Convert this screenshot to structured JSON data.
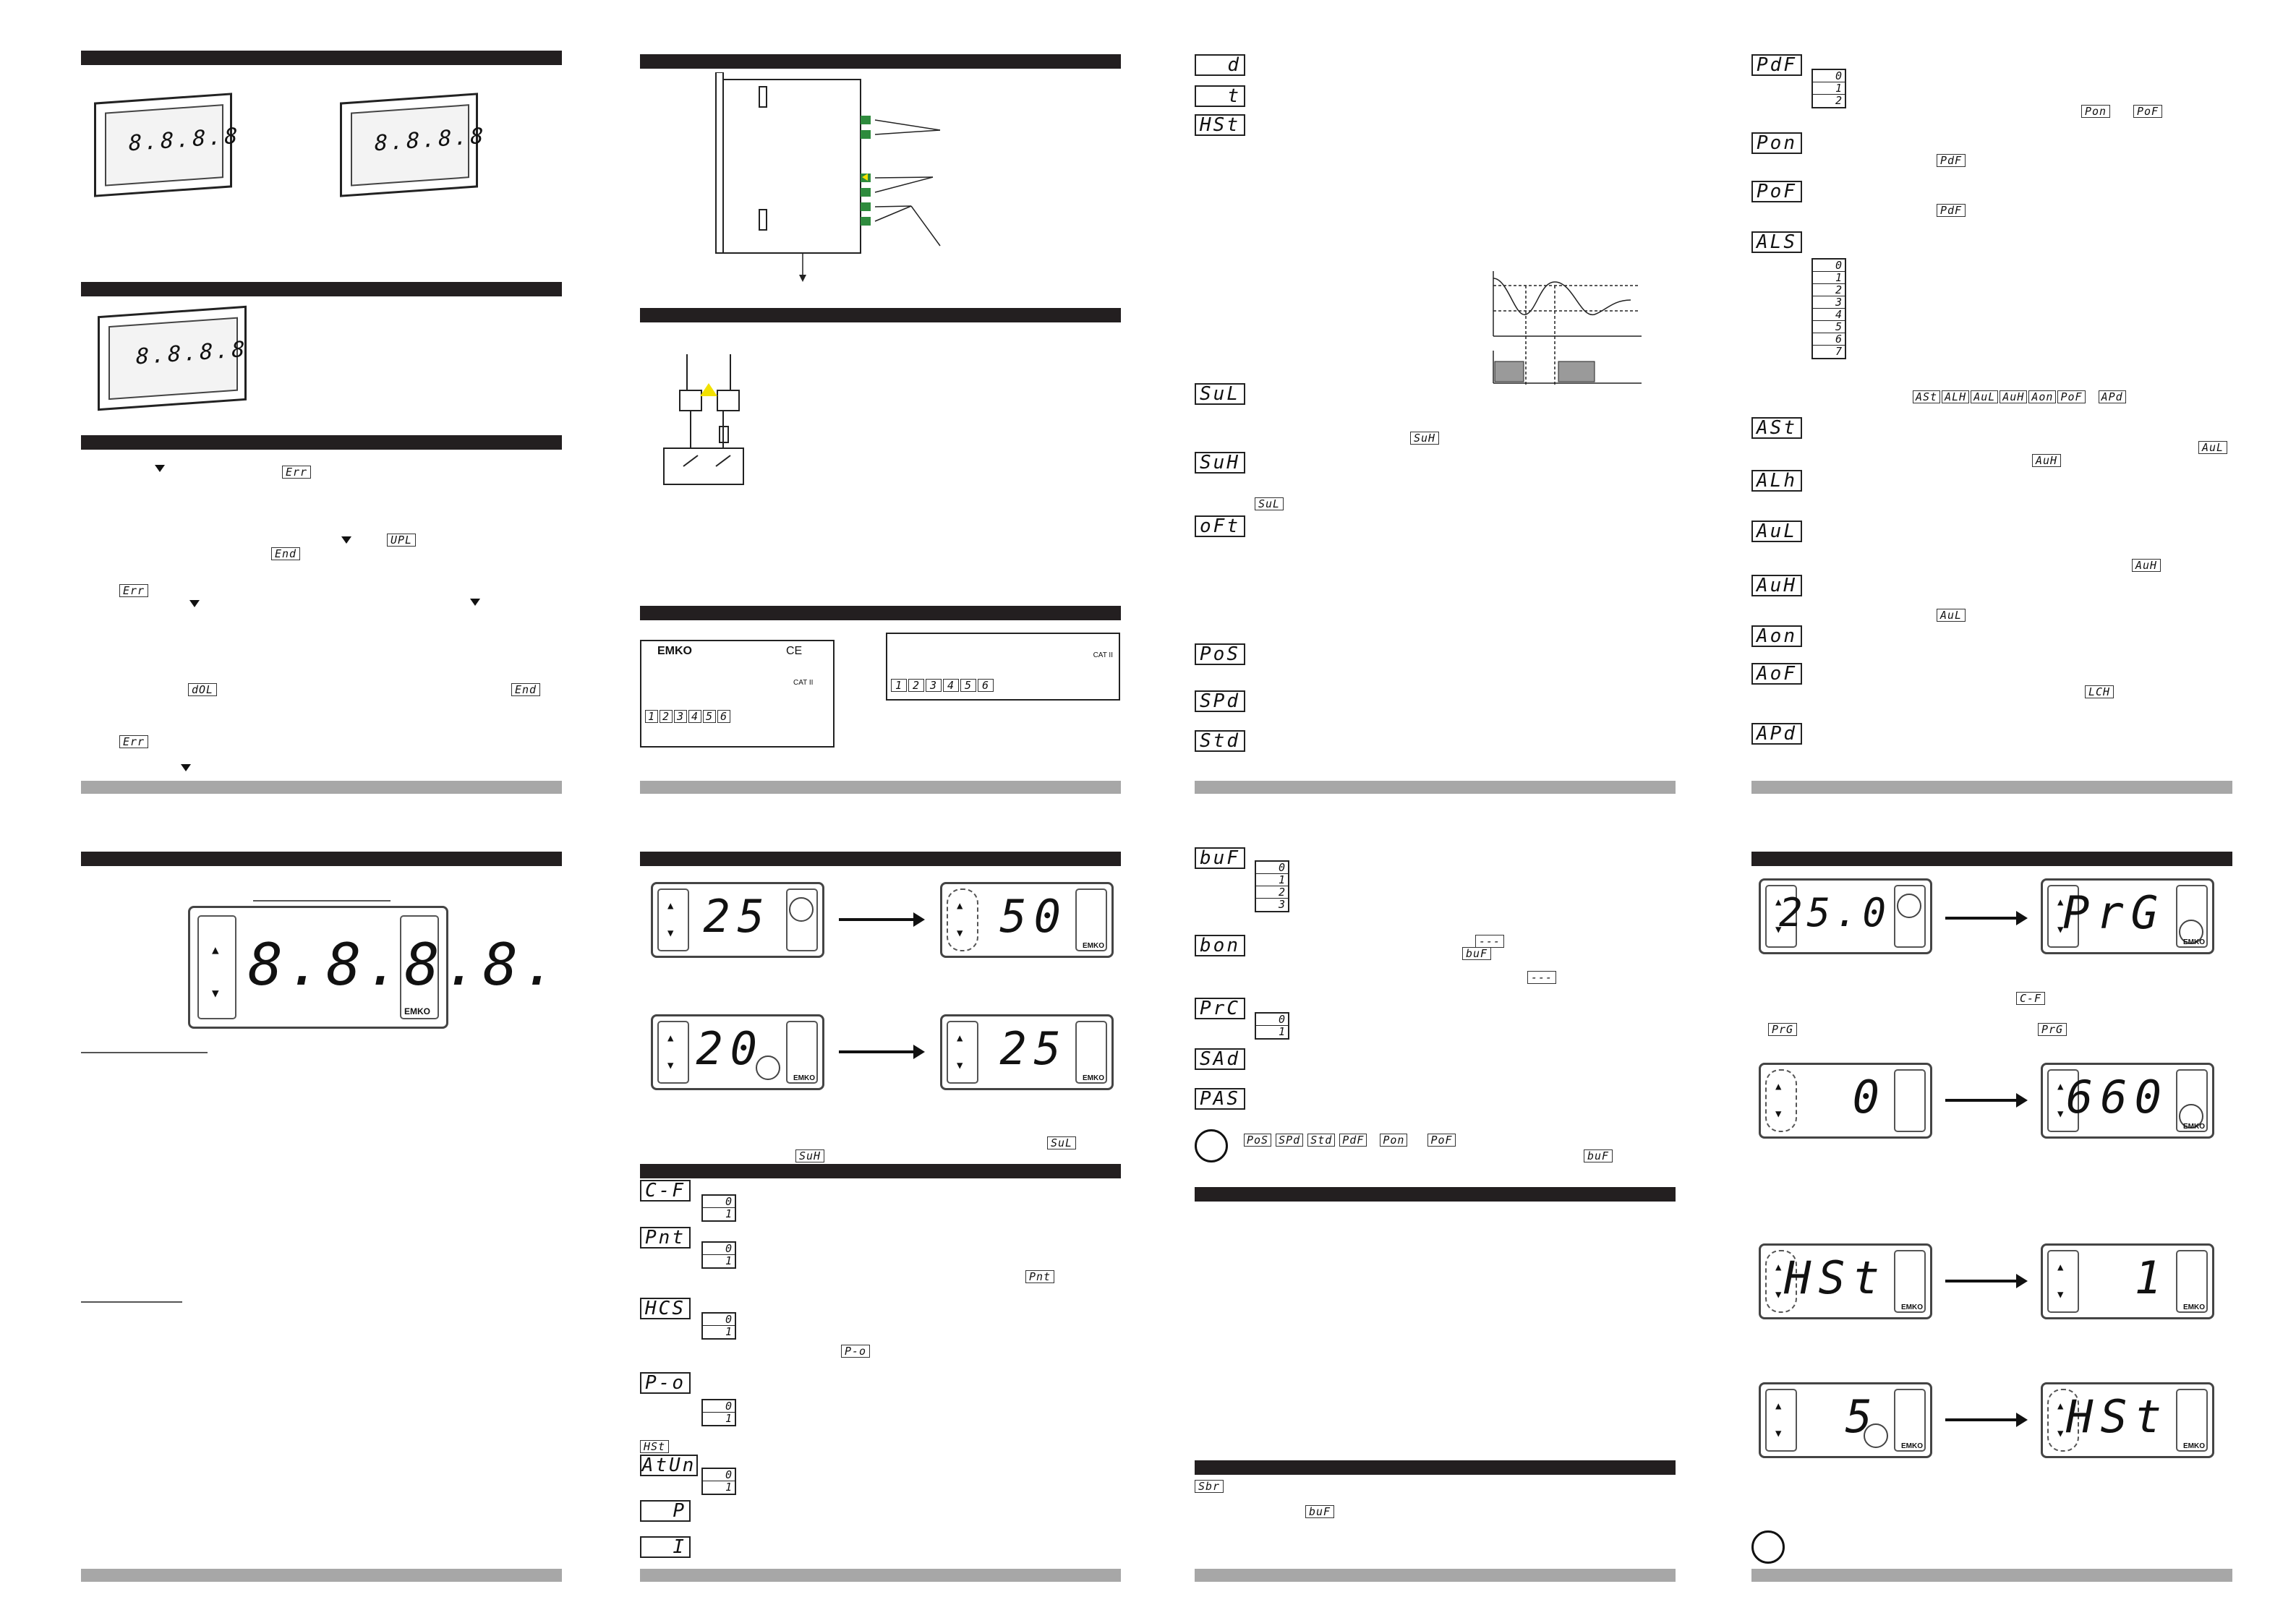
{
  "codes": {
    "d": "d",
    "t": "t",
    "HSt": "HSt",
    "SuL": "SuL",
    "SuH": "SuH",
    "oFt": "oFt",
    "PoS": "PoS",
    "SPd": "SPd",
    "Std": "Std",
    "buF": "buF",
    "bon": "bon",
    "PrC": "PrC",
    "SAd": "SAd",
    "PAS": "PAS",
    "Sbr": "Sbr",
    "PdF": "PdF",
    "Pon": "Pon",
    "PoF": "PoF",
    "ALS": "ALS",
    "ASt": "ASt",
    "ALh": "ALh",
    "AuL": "AuL",
    "AuH": "AuH",
    "Aon": "Aon",
    "AoF": "AoF",
    "APd": "APd",
    "CF": "C-F",
    "Pnt": "Pnt",
    "HCS": "HCS",
    "Po": "P-o",
    "AtUn": "AtUn",
    "P": "P",
    "I": "I",
    "Err": "Err",
    "End": "End",
    "UPL": "UPL",
    "dOL": "dOL",
    "dash": "---",
    "LCH": "LCH",
    "PrG": "PrG"
  },
  "options": {
    "two": [
      "0",
      "1"
    ],
    "three": [
      "0",
      "1",
      "2"
    ],
    "four": [
      "0",
      "1",
      "2",
      "3"
    ],
    "eight": [
      "0",
      "1",
      "2",
      "3",
      "4",
      "5",
      "6",
      "7"
    ]
  },
  "displays": {
    "p2a": "25",
    "p2b": "50",
    "p2c": "20",
    "p2d": "25",
    "p4a": "25.0",
    "p4b": "PrG",
    "p4c": "0",
    "p4d": "660",
    "p4e": "HSt",
    "p4f": "1",
    "p4g": "5",
    "p4h": "HSt",
    "big": "8.8.8.8.",
    "photo": "8.8.8.8"
  },
  "brand": "EMKO",
  "ce": "CE",
  "cat": "CAT II",
  "terminals": [
    "1",
    "2",
    "3",
    "4",
    "5",
    "6"
  ],
  "als_list": [
    "ASt",
    "ALH",
    "AuL",
    "AuH",
    "Aon",
    "PoF",
    "APd"
  ],
  "note_list": [
    "PoS",
    "SPd",
    "Std",
    "PdF",
    "Pon",
    "PoF"
  ],
  "colors": {
    "bar": "#231f20",
    "footer": "#a7a7a7",
    "green": "#2e8b3d",
    "yellow": "#f2e100",
    "relay": "#9a9a9a"
  }
}
